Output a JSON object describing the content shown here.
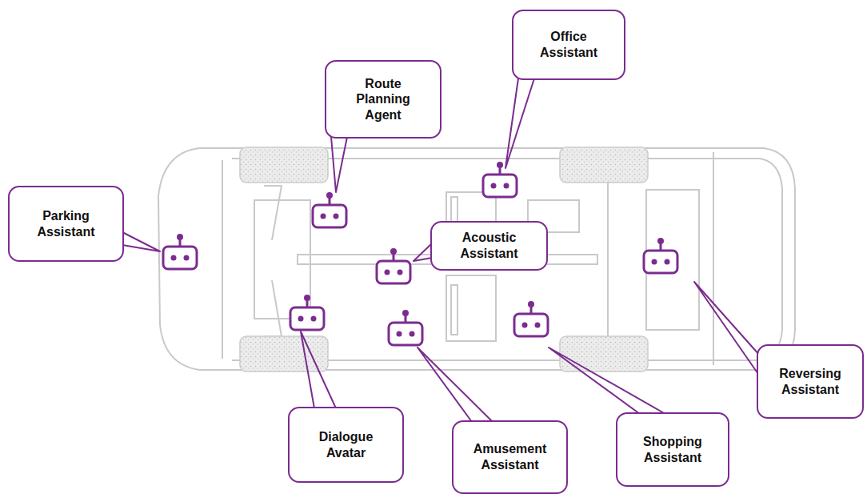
{
  "diagram": {
    "nodes": [
      {
        "text": [
          "Office Assistant"
        ]
      },
      {
        "text": [
          "Route Planning Agent"
        ]
      },
      {
        "text": [
          "Parking Assistant"
        ]
      },
      {
        "text": [
          "Acoustic Assistant"
        ]
      },
      {
        "text": [
          "Reversing Assistant"
        ]
      },
      {
        "text": [
          "Dialogue Avatar"
        ]
      },
      {
        "text": [
          "Shopping Assistant"
        ]
      },
      {
        "text": [
          "Amusement Assistant"
        ]
      }
    ]
  }
}
